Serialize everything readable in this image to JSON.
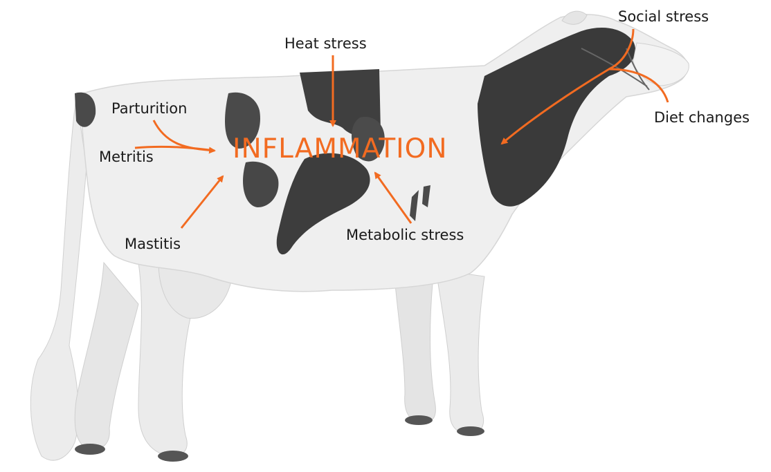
{
  "center_label": "INFLAMMATION",
  "factors": {
    "heat_stress": "Heat stress",
    "social_stress": "Social stress",
    "diet_changes": "Diet changes",
    "parturition": "Parturition",
    "metritis": "Metritis",
    "mastitis": "Mastitis",
    "metabolic_stress": "Metabolic stress"
  },
  "colors": {
    "accent": "#f26b21",
    "text": "#1a1a1a",
    "cow_white": "#efefef",
    "cow_spot": "#3f3f3f"
  }
}
